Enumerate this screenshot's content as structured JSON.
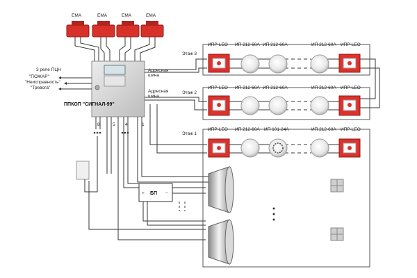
{
  "sirens": {
    "label": "EMA",
    "count": 4
  },
  "panel": {
    "name": "ППКОП \"СИГНАЛ-99\"",
    "relay_title": "3 реле ПЦН",
    "relays": [
      "\"ПОЖАР\"",
      "\"Неисправность\"",
      "\"Тревога\""
    ],
    "bus_label_top": [
      "Адресная",
      "шина"
    ],
    "bus_label_mid": [
      "Адресная",
      "шина"
    ],
    "terminals": [
      "8",
      "5",
      "4",
      "1"
    ]
  },
  "floors": [
    {
      "name": "Этаж 3",
      "devices": [
        "ИПР-LEO",
        "ИП 212-60А",
        "ИП 212-60А",
        "ИП 212-60А",
        "ИПР-LEO"
      ]
    },
    {
      "name": "Этаж 2",
      "devices": [
        "ИПР-LEO",
        "ИП 212-60А",
        "ИП 212-60А",
        "ИП 212-60А",
        "ИПР-LEO"
      ]
    },
    {
      "name": "Этаж 1",
      "devices": [
        "ИПР-LEO",
        "ИП 212-60А",
        "ИП 101-24А",
        "ИП 212-60А",
        "ИПР-LEO"
      ]
    }
  ],
  "power_supply": {
    "label": "БП"
  },
  "colors": {
    "siren_red": "#d8312a",
    "panel_gray": "#dcdcdc",
    "button_red": "#e0302b",
    "wire": "#333333"
  }
}
